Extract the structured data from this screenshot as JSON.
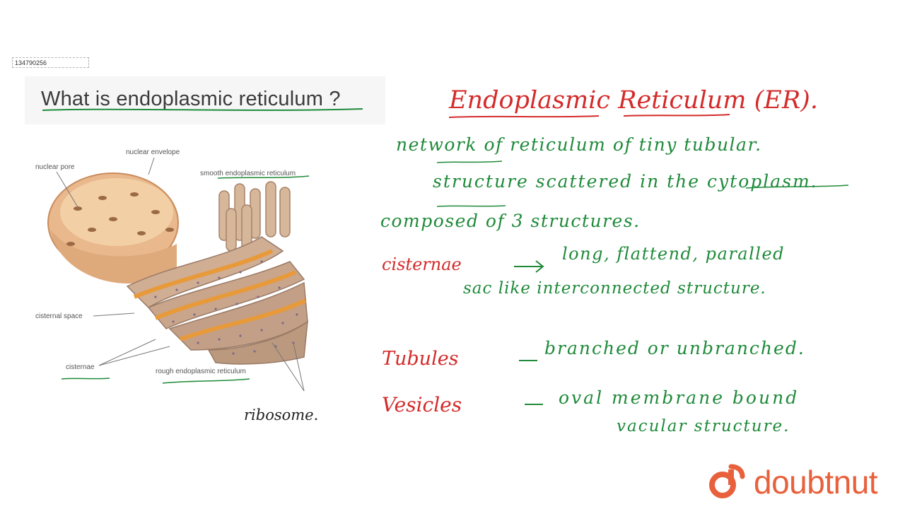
{
  "question_id": "134790256",
  "question": "What is endoplasmic reticulum ?",
  "diagram_labels": {
    "nuclear_pore": "nuclear pore",
    "nuclear_envelope": "nuclear envelope",
    "smooth_er": "smooth endoplasmic reticulum",
    "cisternal_space": "cisternal space",
    "cisternae": "cisternae",
    "rough_er": "rough endoplasmic reticulum",
    "ribosome": "ribosome."
  },
  "notes": {
    "title": "Endoplasmic Reticulum (ER).",
    "line1": "network of reticulum of tiny tubular.",
    "line2": "structure scattered in the cytoplasm.",
    "line3": "composed of 3 structures.",
    "cisternae_head": "cisternae",
    "cisternae_desc1": "long, flattend, paralled",
    "cisternae_desc2": "sac like interconnected structure.",
    "tubules_head": "Tubules",
    "tubules_desc": "branched or unbranched.",
    "vesicles_head": "Vesicles",
    "vesicles_desc1": "oval membrane bound",
    "vesicles_desc2": "vacular structure."
  },
  "brand": {
    "name": "doubtnut",
    "color": "#e8603c"
  },
  "colors": {
    "ink_green": "#1f8a3a",
    "ink_red": "#d42b2b"
  }
}
